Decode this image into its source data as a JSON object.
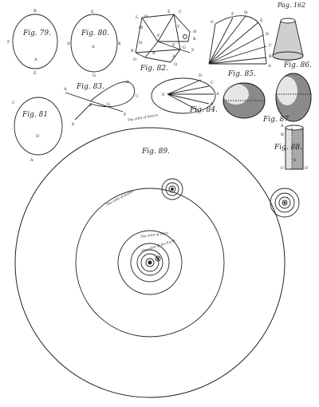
{
  "page": {
    "number": "Pag. 162"
  },
  "figures": {
    "fig79": {
      "title": "Fig. 79.",
      "points": [
        "B",
        "F",
        "A",
        "E"
      ]
    },
    "fig80": {
      "title": "Fig. 80.",
      "points": [
        "E",
        "D",
        "A",
        "G",
        "K"
      ]
    },
    "fig81": {
      "title": "Fig. 81",
      "points": [
        "C",
        "A",
        "D"
      ]
    },
    "fig82": {
      "title": "Fig. 82.",
      "points": [
        "L",
        "D",
        "E",
        "C",
        "M",
        "F",
        "T",
        "H",
        "K",
        "N",
        "P",
        "G",
        "S",
        "R",
        "B",
        "A",
        "Q",
        "O"
      ]
    },
    "fig83": {
      "title": "Fig. 83.",
      "points": [
        "A",
        "D",
        "B",
        "C",
        "E",
        "F",
        "G"
      ]
    },
    "fig84": {
      "title": "Fig. 84.",
      "points": [
        "D",
        "C",
        "A",
        "B",
        "E"
      ]
    },
    "fig85": {
      "title": "Fig. 85.",
      "points": [
        "G",
        "F",
        "H",
        "E",
        "D",
        "C",
        "B",
        "A"
      ]
    },
    "fig86": {
      "title": "Fig. 86."
    },
    "fig87": {
      "title": "Fig. 87."
    },
    "fig88": {
      "title": "Fig. 88.",
      "points": [
        "A",
        "B",
        "C",
        "D",
        "E"
      ]
    },
    "fig89": {
      "title": "Fig. 89.",
      "orbits": {
        "saturn": "The orbit of Saturn",
        "jupiter": "The orbit of Jupiter",
        "mars": "The orbit of Mars",
        "earth": "The orbit of the Earth"
      }
    }
  }
}
